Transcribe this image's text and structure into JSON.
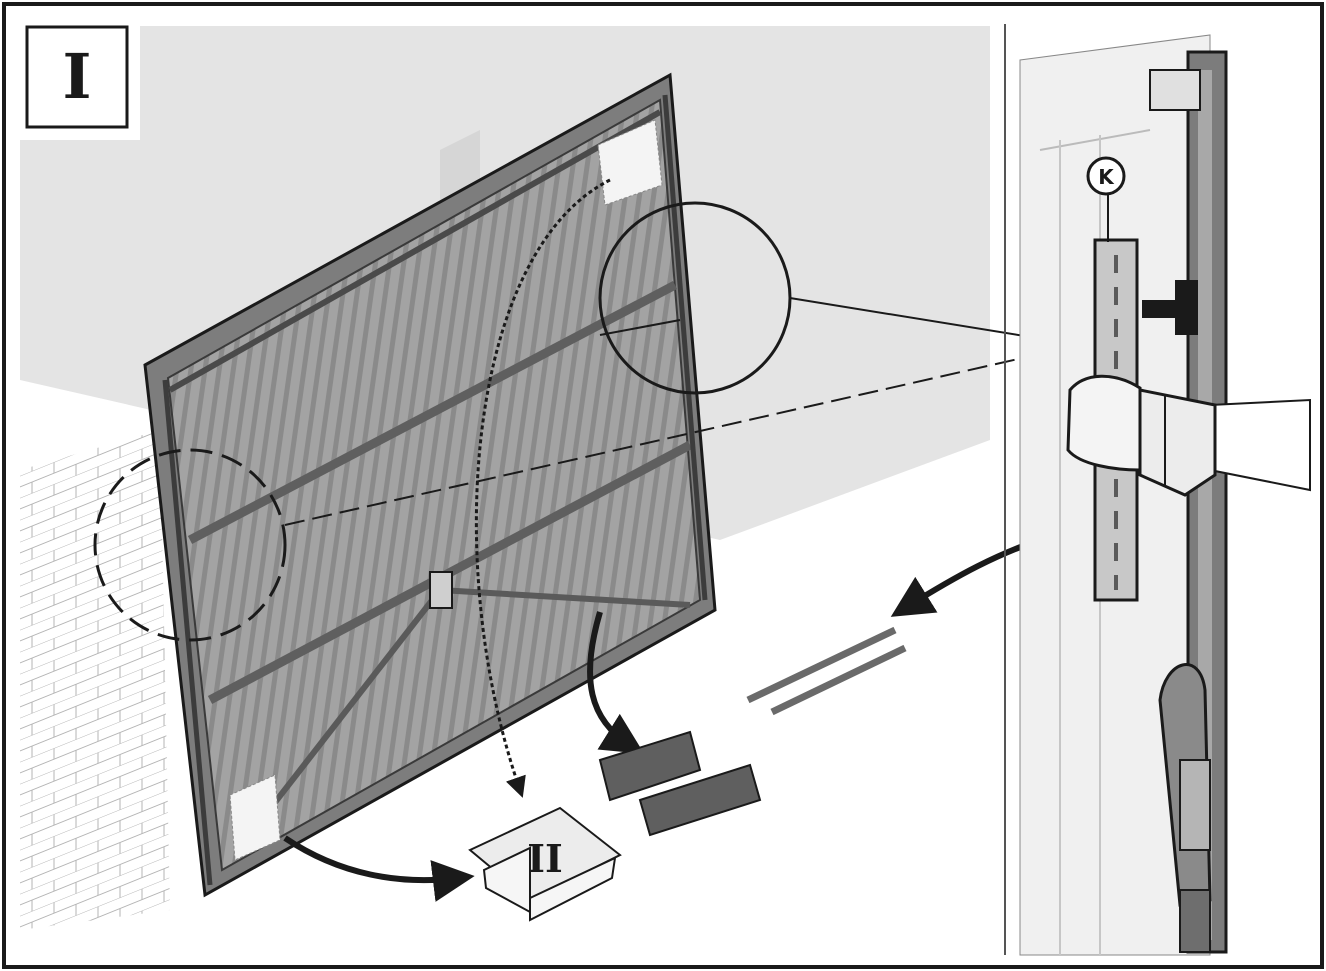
{
  "figure": {
    "step_label": "I",
    "box_label": "II",
    "callout_label": "K"
  },
  "colors": {
    "outline": "#1a1a1a",
    "wall": "#e3e3e3",
    "door_frame": "#7d7d7d",
    "door_panel": "#9a9a9a",
    "rail_dark": "#5f5f5f",
    "background": "#ffffff",
    "right_panel": "#f2f2f2"
  },
  "icons": {
    "step": "roman-numeral-step-badge",
    "arrows": "curved-arrow-icon",
    "hand": "gloved-hand-icon"
  }
}
